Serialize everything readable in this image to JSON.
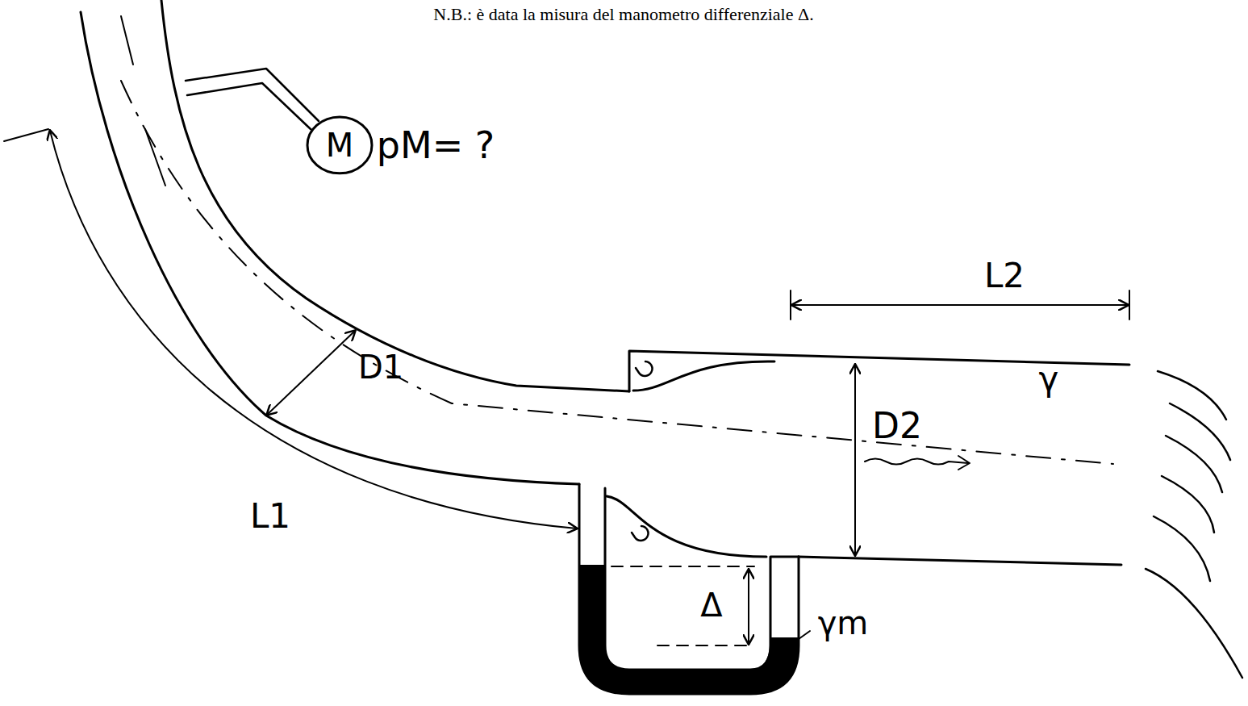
{
  "diagram": {
    "nodes": [
      {
        "text": [
          "M"
        ]
      }
    ],
    "labels": [
      "N.B.: è data la misura del manometro differenziale Δ.",
      "pM= ?",
      "D1",
      "D2",
      "γ",
      "L2",
      "L1",
      "Δ",
      "γm"
    ]
  }
}
